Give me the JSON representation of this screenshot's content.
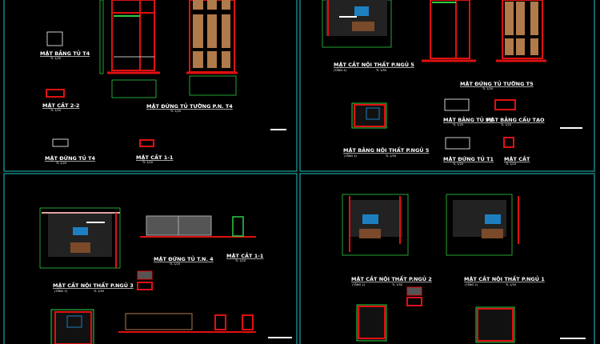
{
  "colors": {
    "background": "#000000",
    "frame": "#1fa3a3",
    "dimension": "#2ecc40",
    "wall": "#e01010",
    "wood": "#b07a4a",
    "furniture": "#1e7fc0"
  },
  "sheets": [
    {
      "titles": [
        {
          "label": "MẶT BẰNG TỦ T4",
          "scale": "TL 1/20"
        },
        {
          "label": "MẶT CẮT 2-2",
          "scale": "TL 1/20"
        },
        {
          "label": "MẶT ĐỨNG TỦ TƯỜNG P.N. T4",
          "scale": "TL 1/20"
        },
        {
          "label": "MẶT ĐỨNG TỦ T4",
          "scale": "TL 1/20"
        },
        {
          "label": "MẶT CẮT 1-1",
          "scale": "TL 1/20"
        }
      ]
    },
    {
      "titles": [
        {
          "label": "MẶT CẮT NỘI THẤT P.NGỦ 5",
          "sub": "(TẦNG 4)",
          "scale": "TL 1/50"
        },
        {
          "label": "MẶT ĐỨNG TỦ TƯỜNG T5",
          "scale": "TL 1/20"
        },
        {
          "label": "MẶT BẰNG NỘI THẤT P.NGỦ 5",
          "sub": "(TẦNG 4)",
          "scale": "TL 1/50"
        },
        {
          "label": "MẶT BẰNG TỦ T1",
          "scale": "TL 1/20"
        },
        {
          "label": "MẶT BẰNG CẤU TẠO",
          "scale": "TL 1/20"
        },
        {
          "label": "MẶT ĐỨNG TỦ T1",
          "scale": "TL 1/20"
        },
        {
          "label": "MẶT CẮT",
          "scale": "TL 1/20"
        }
      ]
    },
    {
      "titles": [
        {
          "label": "MẶT CẮT NỘI THẤT P.NGỦ 3",
          "sub": "(TẦNG 3)",
          "scale": "TL 1/50"
        },
        {
          "label": "MẶT ĐỨNG TỦ T.N. 4",
          "scale": "TL 1/20"
        },
        {
          "label": "MẶT CẮT 1-1",
          "scale": "TL 1/20"
        }
      ]
    },
    {
      "titles": [
        {
          "label": "MẶT CẮT NỘI THẤT P.NGỦ 2",
          "sub": "(TẦNG 2)",
          "scale": "TL 1/50"
        },
        {
          "label": "MẶT CẮT NỘI THẤT P.NGỦ 1",
          "sub": "(TẦNG 2)",
          "scale": "TL 1/50"
        }
      ]
    }
  ]
}
